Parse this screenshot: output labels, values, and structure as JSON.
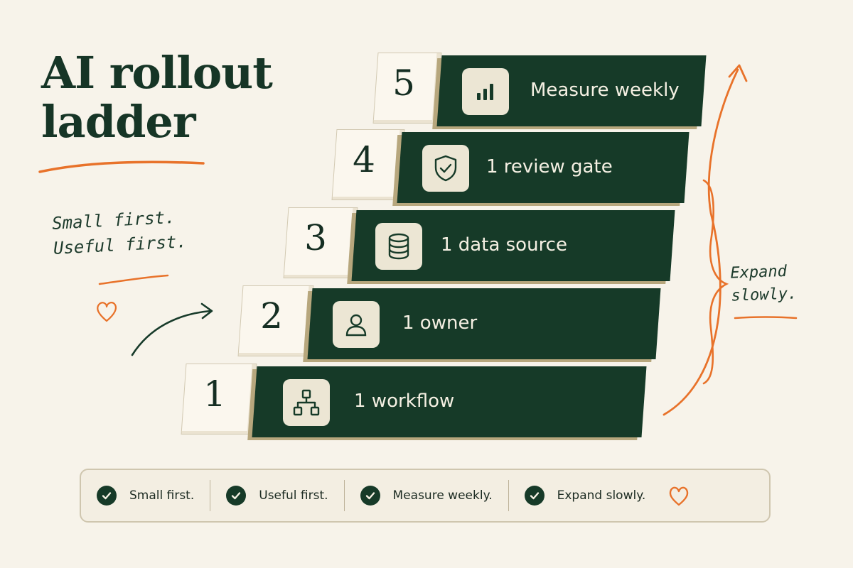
{
  "title": {
    "line1": "AI rollout",
    "line2": "ladder"
  },
  "left_note": {
    "line1": "Small first.",
    "line2": "Useful first."
  },
  "right_note": {
    "line1": "Expand",
    "line2": "slowly."
  },
  "steps": [
    {
      "number": "1",
      "label": "1 workflow",
      "icon": "workflow-hierarchy-icon"
    },
    {
      "number": "2",
      "label": "1 owner",
      "icon": "user-icon"
    },
    {
      "number": "3",
      "label": "1 data source",
      "icon": "database-icon"
    },
    {
      "number": "4",
      "label": "1 review gate",
      "icon": "shield-check-icon"
    },
    {
      "number": "5",
      "label": "Measure weekly",
      "icon": "bar-chart-icon"
    }
  ],
  "footer": {
    "items": [
      {
        "label": "Small first."
      },
      {
        "label": "Useful first."
      },
      {
        "label": "Measure weekly."
      },
      {
        "label": "Expand slowly."
      }
    ],
    "end_icon": "heart-icon"
  },
  "colors": {
    "background": "#f7f3ea",
    "bar": "#163a28",
    "accent": "#e8722a",
    "text": "#163526"
  }
}
